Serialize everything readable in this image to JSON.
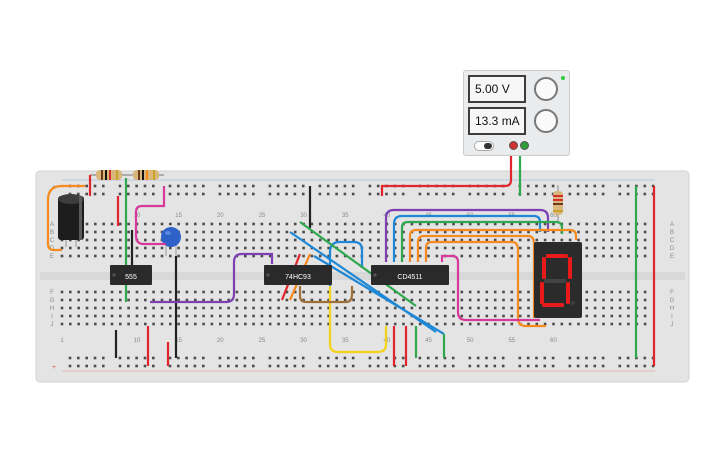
{
  "power_supply": {
    "voltage": "5.00 V",
    "current": "13.3 mA"
  },
  "chips": {
    "timer": "555",
    "counter": "74HC93",
    "decoder": "CD4511"
  },
  "breadboard": {
    "column_labels": [
      "1",
      "10",
      "15",
      "20",
      "25",
      "30",
      "35",
      "40",
      "45",
      "50",
      "55",
      "60"
    ],
    "row_labels_top": [
      "A",
      "B",
      "C",
      "D",
      "E"
    ],
    "row_labels_bottom": [
      "F",
      "G",
      "H",
      "I",
      "J"
    ],
    "rail_plus": "+",
    "rail_minus": "−"
  },
  "display": {
    "digit": "0"
  },
  "colors": {
    "board": "#e4e4e4",
    "hole": "#4b4b4b",
    "rail_red": "#e53935",
    "rail_blue": "#4a6fd1",
    "chip": "#2a2a2a",
    "wire_orange": "#f58a1f",
    "wire_purple": "#7e3fb5",
    "wire_magenta": "#d63a9b",
    "wire_blue": "#1e88d6",
    "wire_green": "#2fa84f",
    "wire_red": "#e0262c",
    "wire_yellow": "#f5d21a",
    "wire_black": "#222222",
    "wire_brown": "#a0703a",
    "segment_on": "#e81a1a"
  }
}
